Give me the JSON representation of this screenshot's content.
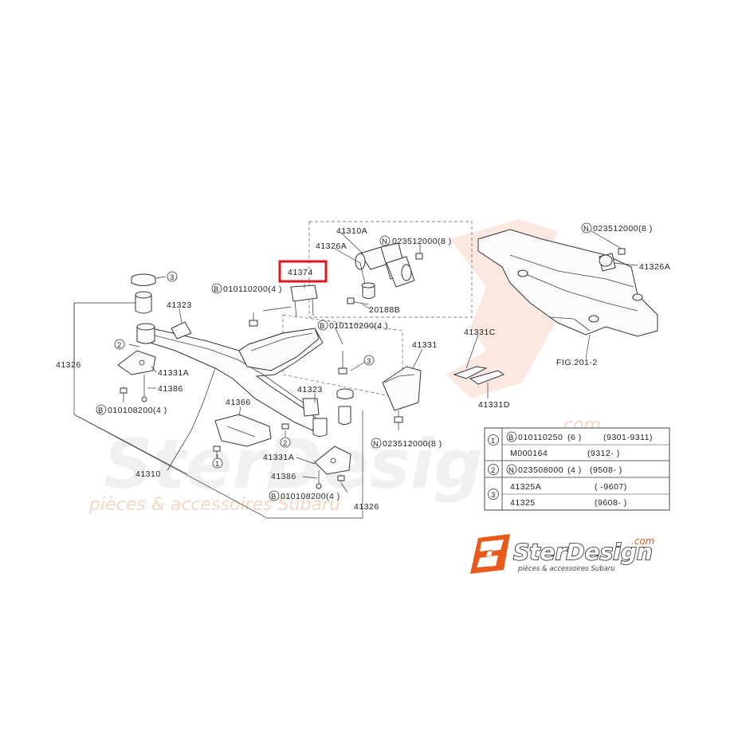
{
  "callouts": {
    "p41310a": "41310A",
    "p41326a_top": "41326A",
    "p023512000_top": "023512000(8 )",
    "p41374": "41374",
    "p010110200_a": "010110200(4 )",
    "p41323_left": "41323",
    "p20188b": "20188B",
    "p010110200_b": "010110200(4 )",
    "p41331": "41331",
    "p41331c": "41331C",
    "p41331d": "41331D",
    "p023512000_right": "023512000(8 )",
    "p41326a_right": "41326A",
    "fig": "FIG.201-2",
    "p41326_left": "41326",
    "p41331a_left": "41331A",
    "p41386_left": "41386",
    "p010108200_left": "010108200(4 )",
    "p41323_mid": "41323",
    "p41366": "41366",
    "p023512000_bot": "023512000(8 )",
    "p41331a_mid": "41331A",
    "p41386_mid": "41386",
    "p010108200_mid": "010108200(4 )",
    "p41326_bottom": "41326",
    "p41310": "41310"
  },
  "markers": {
    "b": "B",
    "n": "N",
    "one": "1",
    "two": "2",
    "three": "3"
  },
  "table": {
    "rows": [
      {
        "key": "1",
        "mark": "B",
        "part": "010110250",
        "qty": "(6 )",
        "range": "(9301-9311)"
      },
      {
        "key": "",
        "mark": "",
        "part": "M000164",
        "qty": "",
        "range": "(9312-      )"
      },
      {
        "key": "2",
        "mark": "N",
        "part": "023508000",
        "qty": "(4 )",
        "range": "(9508-      )"
      },
      {
        "key": "3",
        "mark": "",
        "part": "41325A",
        "qty": "",
        "range": "(      -9607)"
      },
      {
        "key": "",
        "mark": "",
        "part": "41325",
        "qty": "",
        "range": "(9608-      )"
      }
    ]
  },
  "logo": {
    "brand": "SterDesign",
    "domain": ".com",
    "tagline": "pièces & accessoires Subaru"
  },
  "watermark": {
    "text": "SterDesign",
    "domain": ".com",
    "tagline": "pièces & accessoires Subaru"
  },
  "colors": {
    "highlight": "#e0141e",
    "logo_orange": "#e85a1c"
  }
}
